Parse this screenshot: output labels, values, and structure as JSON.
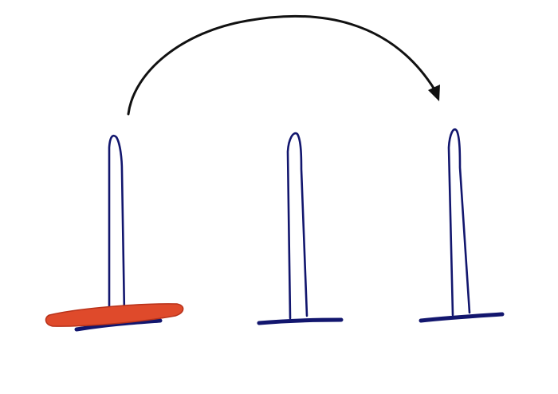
{
  "colors": {
    "background": "#ffffff",
    "peg": "#12166e",
    "peg_fill": "#ffffff",
    "disk": "#df4a2b",
    "disk_edge": "#b8321a",
    "arrow": "#111111"
  },
  "pegs": [
    {
      "id": "left",
      "disks": 1
    },
    {
      "id": "middle",
      "disks": 0
    },
    {
      "id": "right",
      "disks": 0
    }
  ],
  "move_arrow": {
    "from": "left",
    "to": "right"
  }
}
